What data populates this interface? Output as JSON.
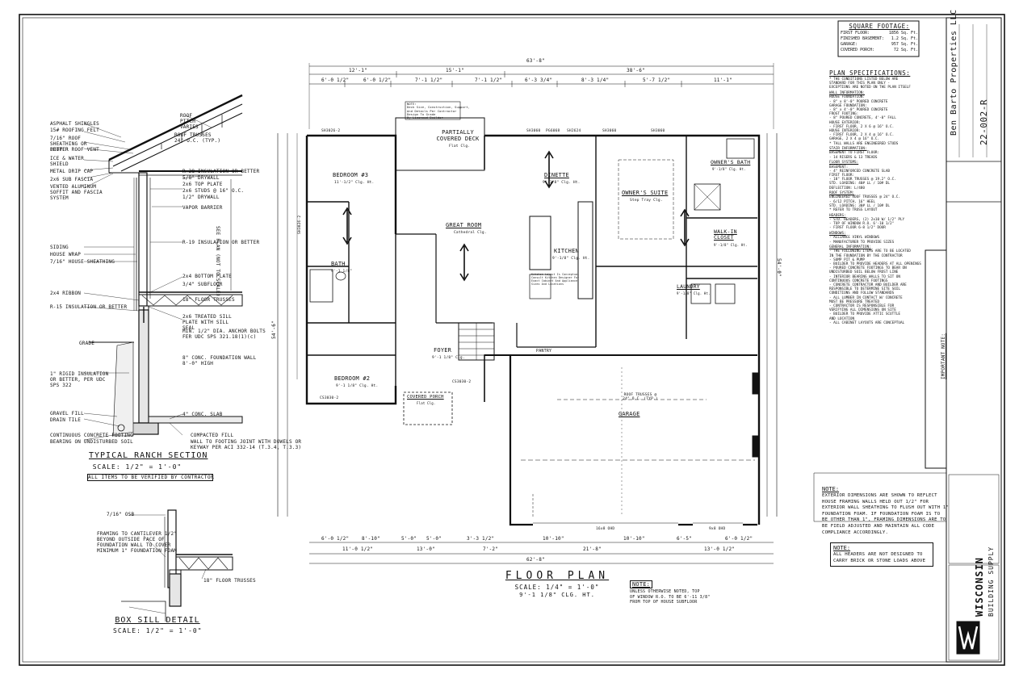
{
  "sheet": {
    "company": "Ben Barto Properties LLC",
    "sheet_number": "22-002-R",
    "supplier": {
      "line1": "WISCONSIN",
      "line2": "BUILDING SUPPLY"
    }
  },
  "square_footage": {
    "title": "SQUARE FOOTAGE:",
    "rows": [
      {
        "label": "FIRST FLOOR:",
        "value": "1856 Sq. Ft."
      },
      {
        "label": "FINISHED BASEMENT:",
        "value": "1.2 Sq. Ft."
      },
      {
        "label": "GARAGE:",
        "value": "957 Sq. Ft."
      },
      {
        "label": "COVERED PORCH:",
        "value": "72 Sq. Ft."
      }
    ]
  },
  "plan_specs": {
    "title": "PLAN SPECIFICATIONS:",
    "intro": [
      "* THE CONDITIONS LISTED BELOW ARE",
      "STANDARD FOR THIS PLAN ONLY -",
      "EXCEPTIONS ARE NOTED ON THE PLAN ITSELF"
    ],
    "sections": [
      {
        "head": "WALL INFORMATION:",
        "lines": [
          "HOUSE FOUNDATION:",
          "- 8\" x 8'-0\" POURED CONCRETE",
          "GARAGE FOUNDATION:",
          "- 8\" x 4'-0\" POURED CONCRETE",
          "FROST FOOTING:",
          "- 8\" POURED CONCRETE, 4'-0\" FALL",
          "HOUSE EXTERIOR:",
          "- FIRST FLOOR, 2 X 6 @ 16\" O.C.",
          "HOUSE INTERIOR:",
          "- FIRST FLOOR, 2 X 4 @ 16\" O.C.",
          "GARAGE, 2 X 4 @ 16\" O.C.",
          "* TALL WALLS ARE ENGINEERED STUDS"
        ]
      },
      {
        "head": "STAIR INFORMATION:",
        "lines": [
          "BASEMENT TO FIRST FLOOR:",
          "- 14 RISERS & 13 TREADS"
        ]
      },
      {
        "head": "FLOOR SYSTEMS:",
        "lines": [
          "BASEMENT:",
          "- 4\" REINFORCED CONCRETE SLAB",
          "FIRST FLOOR:",
          "- 18\" FLOOR TRUSSES @ 19.2\" O.C.",
          "STD. LOADING: 40# LL / 10# DL",
          "DEFLECTION: L/480"
        ]
      },
      {
        "head": "ROOF SYSTEM:",
        "lines": [
          "ENGINEERED ROOF TRUSSES @ 24\" O.C.",
          "- 6/12 PITCH, 16\" HEEL",
          "STD. LOADING: 30# LL / 10# DL",
          "* REFER TO TRUSS LAYOUT"
        ]
      },
      {
        "head": "HEADERS:",
        "lines": [
          "- STD. HEADERS, (2) 2x10 W/ 1/2\" PLY",
          "- TOP OF WINDOW R.O. 6'-10 1/2\"",
          "- FIRST FLOOR 6-8 1/2\" DOOR"
        ]
      },
      {
        "head": "WINDOWS:",
        "lines": [
          "- ALLIANCE VINYL WINDOWS",
          "- MANUFACTURER TO PROVIDE SIZES"
        ]
      },
      {
        "head": "GENERAL INFORMATION:",
        "lines": [
          "- THE FOLLOWING ITEMS ARE TO BE LOCATED",
          "IN THE FOUNDATION BY THE CONTRACTOR",
          "- SUMP PIT & PUMP",
          "- BUILDER TO PROVIDE HEADERS AT ALL OPENINGS",
          "- POURED CONCRETE FOOTINGS TO BEAR ON",
          "UNDISTURBED SOIL BELOW FROST LINE",
          "- INTERIOR BEARING WALLS TO SIT ON",
          "CONTINUOUS CONCRETE FOOTINGS",
          "- CONCRETE CONTRACTOR AND BUILDER ARE",
          "RESPONSIBLE TO DETERMINE SITE SOIL",
          "CONDITIONS AND FOLLOW STANDARDS",
          "- ALL LUMBER IN CONTACT W/ CONCRETE",
          "MUST BE PRESSURE TREATED",
          "- CONTRACTOR IS RESPONSIBLE FOR",
          "VERIFYING ALL DIMENSIONS ON SITE",
          "- BUILDER TO PROVIDE ATTIC SCUTTLE",
          "AND LOCATION",
          "- ALL CABINET LAYOUTS ARE CONCEPTUAL"
        ]
      }
    ]
  },
  "important_note": {
    "title": "IMPORTANT NOTE:"
  },
  "exterior_note": {
    "title": "NOTE:",
    "lines": [
      "EXTERIOR DIMENSIONS ARE SHOWN TO REFLECT",
      "HOUSE FRAMING WALLS HELD OUT 1/2\" FOR",
      "EXTERIOR WALL SHEATHING TO FLUSH OUT WITH 1\"",
      "FOUNDATION FOAM. IF FOUNDATION FOAM IS TO",
      "BE OTHER THAN 1\", FRAMING DIMENSIONS ARE TO",
      "BE FIELD ADJUSTED AND MAINTAIN ALL CODE",
      "COMPLIANCE ACCORDINGLY."
    ]
  },
  "header_note": {
    "title": "NOTE:",
    "lines": [
      "ALL HEADERS ARE NOT DESIGNED TO",
      "CARRY BRICK OR STONE LOADS ABOVE"
    ]
  },
  "floor_plan": {
    "title": "FLOOR PLAN",
    "scale": "SCALE: 1/4\" = 1'-0\"",
    "ceiling": "9'-1 1/8\" CLG. HT.",
    "note_title": "NOTE:",
    "note_lines": [
      "UNLESS OTHERWISE NOTED, TOP",
      "OF WINDOW R.O. TO BE 6'-11 3/8\"",
      "FROM TOP OF HOUSE SUBFLOOR"
    ],
    "overall_width": "63'-8\"",
    "bottom_overall": "62'-8\"",
    "left_depth": "54'-6\"",
    "right_depth": "54'-0\"",
    "top_dims": [
      "6'-0 1/2\"",
      "6'-0 1/2\"",
      "7'-1 1/2\"",
      "7'-1 1/2\"",
      "6'-3 3/4\"",
      "8'-3 1/4\"",
      "5'-7 1/2\"",
      "11'-1\""
    ],
    "upper_dims": [
      "12'-1\"",
      "15'-1\"",
      "38'-6\""
    ],
    "bottom_dims": [
      "6'-0 1/2\"",
      "8'-10\"",
      "5'-0\"",
      "5'-0\"",
      "3'-3 1/2\"",
      "10'-10\"",
      "10'-10\"",
      "6'-5\"",
      "6'-0 1/2\""
    ],
    "bottom_dims2": [
      "11'-0 1/2\"",
      "13'-0\"",
      "7'-2\"",
      "21'-8\"",
      "13'-0 1/2\""
    ],
    "rooms": {
      "bedroom3": {
        "name": "BEDROOM #3",
        "size": "11'-1/2\" Clg. Ht."
      },
      "bedroom2": {
        "name": "BEDROOM #2",
        "size": "9'-1 1/8\" Clg. Ht."
      },
      "bath": {
        "name": "BATH",
        "size": "9'-1 1/8\""
      },
      "great_room": {
        "name": "GREAT ROOM",
        "size": "Cathedral Clg."
      },
      "covered_deck": {
        "name": "PARTIALLY COVERED DECK",
        "size": "Flat Clg."
      },
      "dinette": {
        "name": "DINETTE",
        "size": "9'-1/8\" Clg. Ht."
      },
      "kitchen": {
        "name": "KITCHEN",
        "size": "9'-1/8\" Clg. Ht."
      },
      "owners_suite": {
        "name": "OWNER'S SUITE",
        "size": "Step Tray Clg."
      },
      "owners_bath": {
        "name": "OWNER'S BATH",
        "size": "9'-1/8\" Clg. Ht."
      },
      "walkin": {
        "name": "WALK-IN CLOSET",
        "size": "9'-1/8\" Clg. Ht."
      },
      "laundry": {
        "name": "LAUNDRY",
        "size": "9'-1/8\" Clg. Ht."
      },
      "foyer": {
        "name": "FOYER",
        "size": "9'-1 1/8\" Clg."
      },
      "pantry": {
        "name": "PANTRY"
      },
      "covered_porch": {
        "name": "COVERED PORCH",
        "size": "Flat Clg."
      },
      "garage": {
        "name": "GARAGE"
      }
    },
    "garage_trusses": "ROOF TRUSSES @ 24\" O.C. (TYP.)",
    "deck_note": [
      "NOTE:",
      "Deck Size, Construction, Support,",
      "And Details Per Contractor",
      "Design To Grade",
      "By Licensed Builder"
    ],
    "garage_doors": [
      "16x8 OHD",
      "9x8 OHD"
    ],
    "windows": [
      "SH3026-2",
      "PG6068",
      "SH3060",
      "SH3060",
      "SH3060",
      "SH2624",
      "CS3030-2",
      "CS3030-2",
      "SH3026-2"
    ],
    "kitchen_note": [
      "Kitchen Layout Is Conceptual",
      "Consult Kitchen Designer For",
      "Exact Cabinet And Appliance",
      "Sizes And Locations"
    ]
  },
  "ranch_section": {
    "title": "TYPICAL RANCH SECTION",
    "scale": "SCALE: 1/2\" = 1'-0\"",
    "verify": "ALL ITEMS TO BE VERIFIED BY CONTRACTOR",
    "see_plan": "SEE PLAN (NOT TO SCALE)",
    "left_labels": [
      "ASPHALT SHINGLES",
      "15# ROOFING FELT",
      "7/16\" ROOF SHEATHING OR BETTER",
      "PROPER ROOF VENT",
      "ICE & WATER SHIELD",
      "METAL DRIP CAP",
      "2x6 SUB FASCIA",
      "VENTED ALUMINUM SOFFIT AND FASCIA SYSTEM",
      "SIDING",
      "HOUSE WRAP",
      "7/16\" HOUSE SHEATHING",
      "2x4 RIBBON",
      "R-15 INSULATION OR BETTER",
      "GRADE",
      "1\" RIGID INSULATION OR BETTER, PER UDC SPS 322",
      "GRAVEL FILL",
      "DRAIN TILE",
      "CONTINUOUS CONCRETE FOOTING",
      "BEARING ON UNDISTURBED SOIL"
    ],
    "right_labels": [
      "ROOF PITCH VARIES",
      "ROOF TRUSSES 24\" O.C. (TYP.)",
      "R-38 INSULATION OR BETTER",
      "5/8\" DRYWALL",
      "2x6 TOP PLATE",
      "2x6 STUDS @ 16\" O.C.",
      "1/2\" DRYWALL",
      "VAPOR BARRIER",
      "R-19 INSULATION OR BETTER",
      "2x4 BOTTOM PLATE",
      "3/4\" SUBFLOOR",
      "18\" FLOOR TRUSSES",
      "2x6 TREATED SILL PLATE WITH SILL SEAL",
      "MIN. 1/2\" DIA. ANCHOR BOLTS",
      "FER UDC SPS 321.18(1)(c)",
      "8\" CONC. FOUNDATION WALL",
      "8'-0\" HIGH",
      "4\" CONC. SLAB",
      "COMPACTED FILL",
      "WALL TO FOOTING JOINT WITH DOWELS OR",
      "KEYWAY PER ACI 332-14 (T.3.4, T.3.3)"
    ]
  },
  "box_sill": {
    "title": "BOX SILL DETAIL",
    "scale": "SCALE: 1/2\" = 1'-0\"",
    "labels": [
      "7/16\" OSB",
      "FRAMING TO CANTILEVER 1/2\"",
      "BEYOND OUTSIDE FACE OF",
      "FOUNDATION WALL TO COVER",
      "MINIMUM 1\" FOUNDATION FOAM",
      "18\" FLOOR TRUSSES"
    ]
  }
}
